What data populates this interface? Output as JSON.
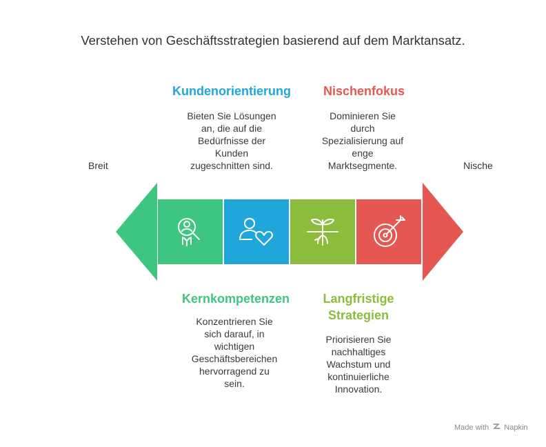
{
  "title": "Verstehen von Geschäftsstrategien basierend auf dem Marktansatz.",
  "left_label": "Breit",
  "right_label": "Nische",
  "colors": {
    "green": "#3ec680",
    "blue": "#1fa7db",
    "lime": "#8cbc3c",
    "red": "#e45752",
    "label_green": "#3ec680",
    "label_blue": "#1fa7db",
    "label_lime": "#8cbc3c",
    "label_red": "#e45752"
  },
  "top_items": [
    {
      "heading": "Kundenorientierung",
      "description": [
        "Bieten Sie Lösungen",
        "an, die auf die",
        "Bedürfnisse der",
        "Kunden",
        "zugeschnitten sind."
      ],
      "color": "#1fa7db"
    },
    {
      "heading": "Nischenfokus",
      "description": [
        "Dominieren Sie",
        "durch",
        "Spezialisierung auf",
        "enge",
        "Marktsegmente."
      ],
      "color": "#e45752"
    }
  ],
  "bottom_items": [
    {
      "heading": "Kernkompetenzen",
      "description": [
        "Konzentrieren Sie",
        "sich darauf, in",
        "wichtigen",
        "Geschäftsbereichen",
        "hervorragend zu",
        "sein."
      ],
      "color": "#3ec680"
    },
    {
      "heading_lines": [
        "Langfristige",
        "Strategien"
      ],
      "description": [
        "Priorisieren Sie",
        "nachhaltiges",
        "Wachstum und",
        "kontinuierliche",
        "Innovation."
      ],
      "color": "#8cbc3c"
    }
  ],
  "tiles": [
    {
      "icon": "person-magnifier-icon",
      "color": "#3ec680"
    },
    {
      "icon": "person-heart-icon",
      "color": "#1fa7db"
    },
    {
      "icon": "sprout-roots-icon",
      "color": "#8cbc3c"
    },
    {
      "icon": "target-arrow-icon",
      "color": "#e45752"
    }
  ],
  "footer": {
    "made_with": "Made with",
    "brand": "Napkin"
  }
}
